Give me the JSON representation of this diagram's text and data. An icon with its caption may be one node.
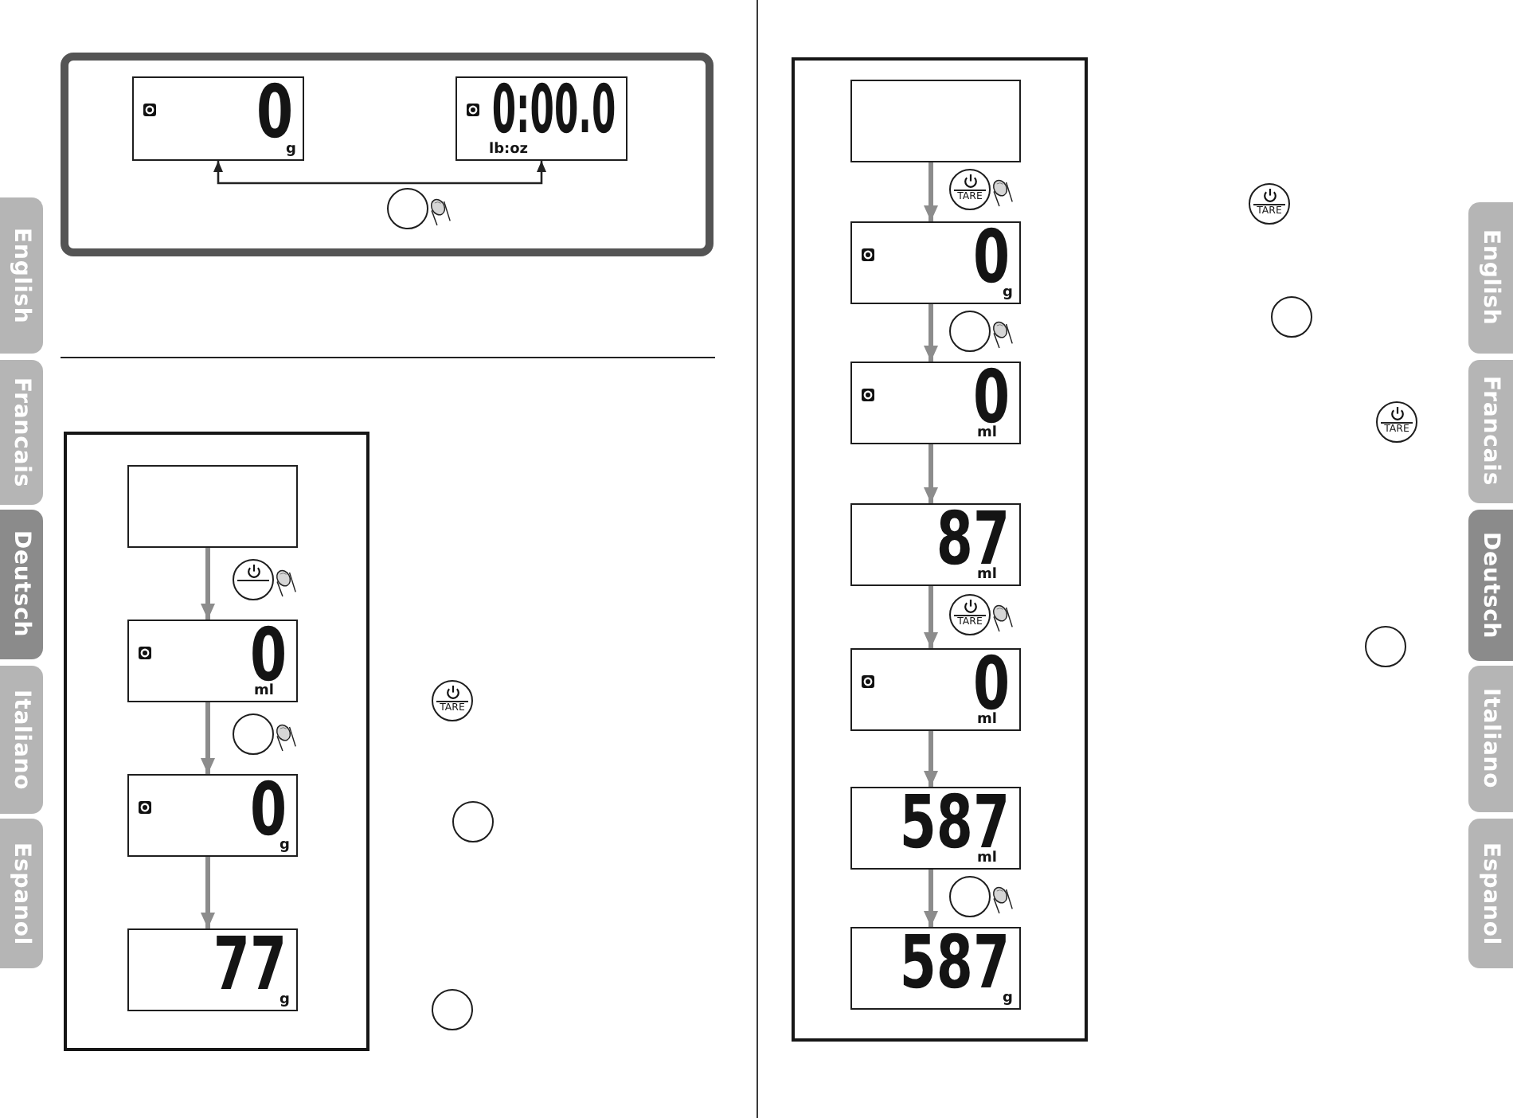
{
  "diagram": {
    "nodes": [
      {
        "text": [],
        "shape": "box"
      },
      {
        "text": [
          "0",
          "g"
        ],
        "in": 0
      },
      {
        "text": [
          "0:00.0",
          "lb:oz"
        ],
        "in": 0
      },
      {
        "text": [],
        "shape": "circle",
        "in": 0
      },
      {
        "text": [],
        "shape": "box"
      },
      {
        "text": [],
        "shape": "box",
        "in": 4
      },
      {
        "text": [],
        "shape": "circle",
        "in": 4
      },
      {
        "text": [
          "0",
          "ml"
        ],
        "in": 4
      },
      {
        "text": [],
        "shape": "circle",
        "in": 4
      },
      {
        "text": [
          "0",
          "g"
        ],
        "in": 4
      },
      {
        "text": [
          "77",
          "g"
        ],
        "in": 4
      },
      {
        "text": [
          "TARE"
        ]
      },
      {
        "text": [],
        "shape": "circle"
      },
      {
        "text": [],
        "shape": "circle"
      },
      {
        "text": [],
        "shape": "box"
      },
      {
        "text": [],
        "shape": "box",
        "in": 14
      },
      {
        "text": [
          "TARE"
        ],
        "in": 14
      },
      {
        "text": [
          "0",
          "g"
        ],
        "in": 14
      },
      {
        "text": [],
        "shape": "circle",
        "in": 14
      },
      {
        "text": [
          "0",
          "ml"
        ],
        "in": 14
      },
      {
        "text": [
          "87",
          "ml"
        ],
        "in": 14
      },
      {
        "text": [
          "TARE"
        ],
        "in": 14
      },
      {
        "text": [
          "0",
          "ml"
        ],
        "in": 14
      },
      {
        "text": [
          "587",
          "ml"
        ],
        "in": 14
      },
      {
        "text": [],
        "shape": "circle",
        "in": 14
      },
      {
        "text": [
          "587",
          "g"
        ],
        "in": 14
      },
      {
        "text": [
          "TARE"
        ]
      },
      {
        "text": [],
        "shape": "circle"
      },
      {
        "text": [
          "TARE"
        ]
      },
      {
        "text": [],
        "shape": "circle"
      },
      {
        "text": [
          "English"
        ]
      },
      {
        "text": [
          "Francais"
        ]
      },
      {
        "text": [
          "Deutsch"
        ]
      },
      {
        "text": [
          "Italiano"
        ]
      },
      {
        "text": [
          "Espanol"
        ]
      },
      {
        "text": [
          "English"
        ]
      },
      {
        "text": [
          "Francais"
        ]
      },
      {
        "text": [
          "Deutsch"
        ]
      },
      {
        "text": [
          "Italiano"
        ]
      },
      {
        "text": [
          "Espanol"
        ]
      }
    ],
    "edges": [
      {
        "from": 1,
        "to": 2,
        "arrow": "both",
        "color": "#222222"
      },
      {
        "from": 5,
        "to": 7,
        "arrow": "to"
      },
      {
        "from": 7,
        "to": 9,
        "arrow": "to"
      },
      {
        "from": 9,
        "to": 10,
        "arrow": "to"
      },
      {
        "from": 15,
        "to": 17,
        "arrow": "to"
      },
      {
        "from": 17,
        "to": 19,
        "arrow": "to"
      },
      {
        "from": 19,
        "to": 20,
        "arrow": "to"
      },
      {
        "from": 20,
        "to": 22,
        "arrow": "to"
      },
      {
        "from": 22,
        "to": 23,
        "arrow": "to"
      },
      {
        "from": 23,
        "to": 25,
        "arrow": "to"
      }
    ]
  }
}
